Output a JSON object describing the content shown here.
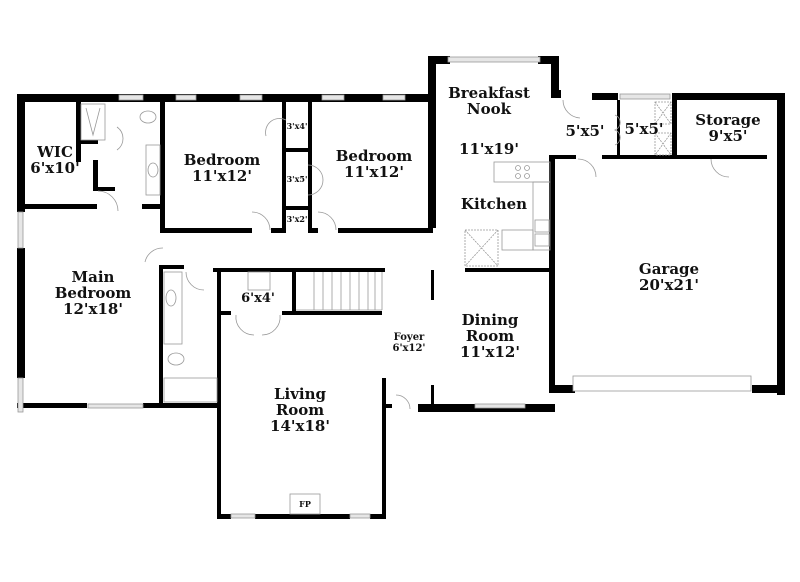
{
  "floorplan": {
    "rooms": [
      {
        "id": "wic",
        "name": "WIC",
        "dims": "6'x10'"
      },
      {
        "id": "bedroom-1",
        "name": "Bedroom",
        "dims": "11'x12'"
      },
      {
        "id": "closet-3x4",
        "name": "",
        "dims": "3'x4'"
      },
      {
        "id": "closet-3x5",
        "name": "",
        "dims": "3'x5'"
      },
      {
        "id": "closet-3x2",
        "name": "",
        "dims": "3'x2'"
      },
      {
        "id": "bedroom-2",
        "name": "Bedroom",
        "dims": "11'x12'"
      },
      {
        "id": "breakfast-nook",
        "name": "Breakfast Nook",
        "name_line1": "Breakfast",
        "name_line2": "Nook",
        "dims": "11'x19'"
      },
      {
        "id": "kitchen",
        "name": "Kitchen",
        "dims": ""
      },
      {
        "id": "laundry-1",
        "name": "",
        "dims": "5'x5'"
      },
      {
        "id": "laundry-2",
        "name": "",
        "dims": "5'x5'"
      },
      {
        "id": "storage",
        "name": "Storage",
        "dims": "9'x5'"
      },
      {
        "id": "garage",
        "name": "Garage",
        "dims": "20'x21'"
      },
      {
        "id": "main-bedroom",
        "name": "Main Bedroom",
        "name_line1": "Main",
        "name_line2": "Bedroom",
        "dims": "12'x18'"
      },
      {
        "id": "closet-6x4",
        "name": "",
        "dims": "6'x4'"
      },
      {
        "id": "foyer",
        "name": "Foyer",
        "dims": "6'x12'"
      },
      {
        "id": "dining-room",
        "name": "Dining Room",
        "name_line1": "Dining",
        "name_line2": "Room",
        "dims": "11'x12'"
      },
      {
        "id": "living-room",
        "name": "Living Room",
        "name_line1": "Living",
        "name_line2": "Room",
        "dims": "14'x18'"
      }
    ],
    "fixtures": {
      "fireplace_label": "FP"
    },
    "colors": {
      "wall": "#000000",
      "window": "#d8d8d8",
      "fixture_line": "#999999",
      "background": "#ffffff"
    }
  }
}
